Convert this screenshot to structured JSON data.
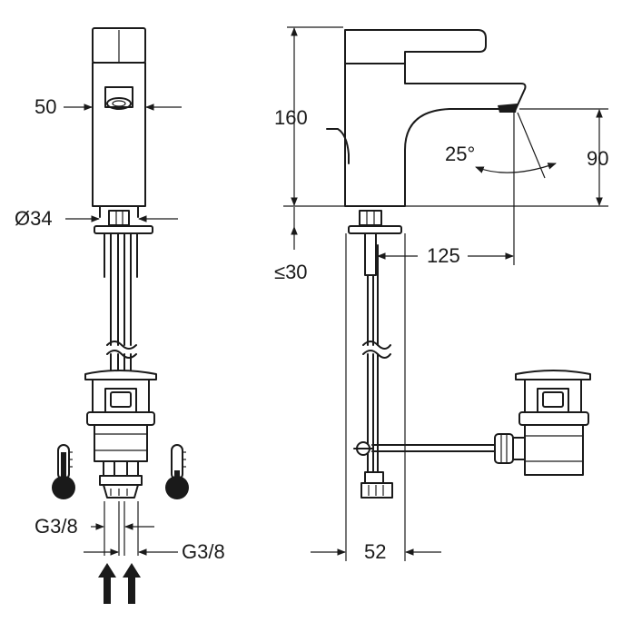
{
  "labels": {
    "width_top": "50",
    "diameter": "Ø34",
    "height_total": "160",
    "height_spout": "90",
    "angle": "25°",
    "thickness_max": "≤30",
    "reach": "125",
    "base_depth": "52",
    "connection_left": "G3/8",
    "connection_right": "G3/8"
  },
  "icons": {
    "hot": "thermometer-hot-icon",
    "cold": "thermometer-cold-icon",
    "flow": "arrow-up-icon"
  },
  "colors": {
    "line": "#1a1a1a",
    "background": "#ffffff"
  }
}
